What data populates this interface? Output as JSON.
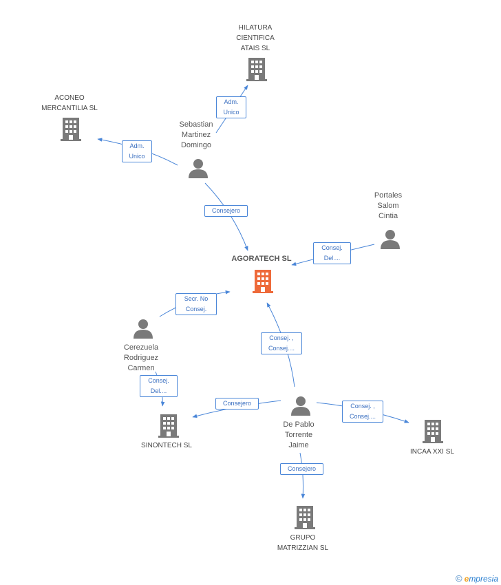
{
  "nodes": {
    "agoratech": {
      "label": "AGORATECH SL",
      "color": "#ee6a3a"
    },
    "hilatura": {
      "label": "HILATURA\nCIENTIFICA\nATAIS SL"
    },
    "aconeo": {
      "label": "ACONEO\nMERCANTILIA SL"
    },
    "sinontech": {
      "label": "SINONTECH SL"
    },
    "incaa": {
      "label": "INCAA XXI SL"
    },
    "grupo": {
      "label": "GRUPO\nMATRIZZIAN SL"
    },
    "sebastian": {
      "label": "Sebastian\nMartinez\nDomingo"
    },
    "portales": {
      "label": "Portales\nSalom\nCintia"
    },
    "cerezuela": {
      "label": "Cerezuela\nRodriguez\nCarmen"
    },
    "depablo": {
      "label": "De Pablo\nTorrente\nJaime"
    }
  },
  "edges": {
    "seb_hil": "Adm.\nUnico",
    "seb_aco": "Adm.\nUnico",
    "seb_ago": "Consejero",
    "por_ago": "Consej.\nDel....",
    "cer_ago": "Secr.  No\nConsej.",
    "cer_sin": "Consej.\nDel....",
    "dep_ago": "Consej. ,\nConsej....",
    "dep_sin": "Consejero",
    "dep_inc": "Consej. ,\nConsej....",
    "dep_gru": "Consejero"
  },
  "colors": {
    "edge": "#4a86d8",
    "building": "#7a7a7a",
    "person": "#7a7a7a",
    "main": "#ee6a3a"
  },
  "brand": {
    "symbol": "©",
    "initial": "e",
    "name": "mpresia"
  }
}
